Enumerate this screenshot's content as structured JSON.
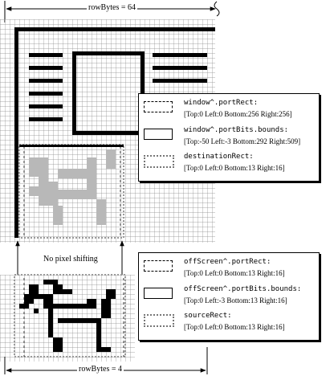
{
  "top_label": "rowBytes = 64",
  "bottom_label": "rowBytes = 4",
  "shift_label": "No pixel shifting",
  "window_legend": [
    {
      "style": "dashed",
      "name": "window^.portRect:",
      "coords": "[Top:0 Left:0 Bottom:256 Right:256]"
    },
    {
      "style": "solid",
      "name": "window^.portBits.bounds:",
      "coords": "[Top:-50 Left:-3 Bottom:292 Right:509]"
    },
    {
      "style": "dotted",
      "name": "destinationRect:",
      "coords": "[Top:0 Left:0 Bottom:13 Right:16]"
    }
  ],
  "offscreen_legend": [
    {
      "style": "dashed",
      "name": "offScreen^.portRect:",
      "coords": "[Top:0 Left:0 Bottom:13 Right:16]"
    },
    {
      "style": "solid",
      "name": "offScreen^.portBits.bounds:",
      "coords": "[Top:0 Left:-3 Bottom:13 Right:16]"
    },
    {
      "style": "dotted",
      "name": "sourceRect:",
      "coords": "[Top:0 Left:0 Bottom:13 Right:16]"
    }
  ],
  "colors": {
    "ink": "#000000",
    "grid": "#888888",
    "dotted_frame": "#9a9a9a"
  }
}
